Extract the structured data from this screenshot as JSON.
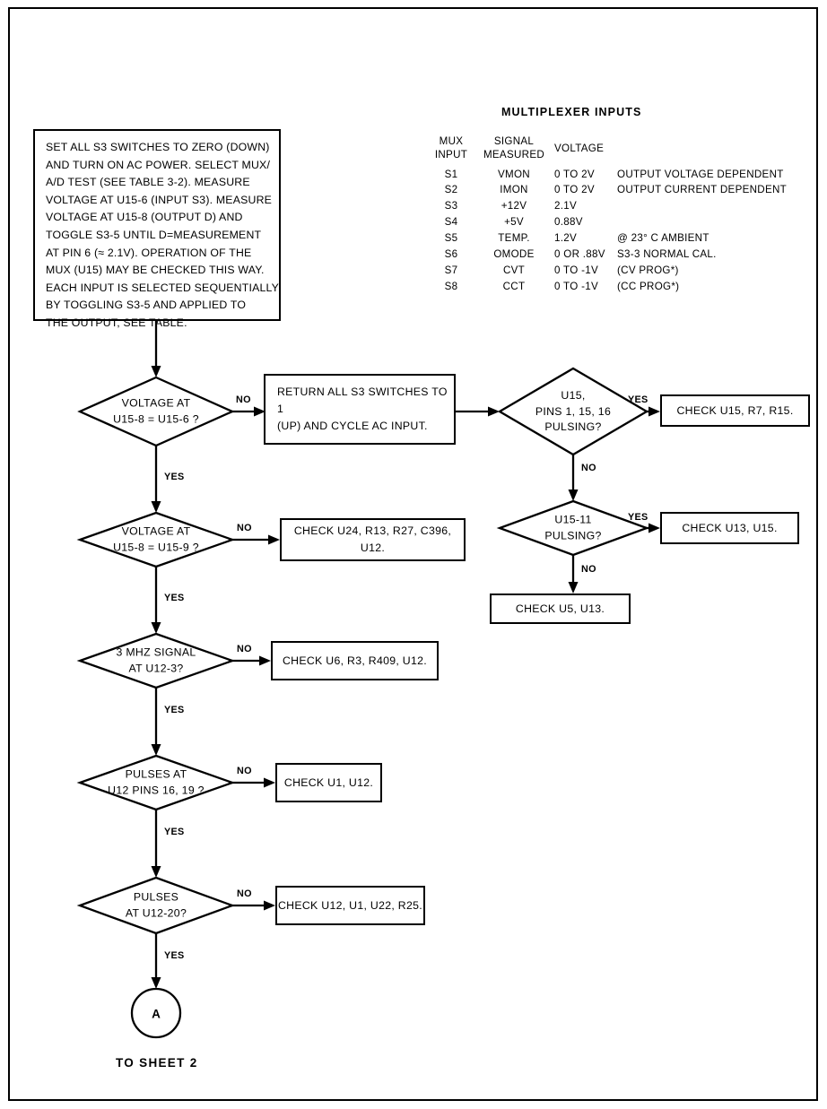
{
  "page": {
    "border_color": "#000000",
    "background": "#ffffff"
  },
  "instruction_box": {
    "text": "SET ALL S3 SWITCHES TO ZERO (DOWN)\nAND TURN ON AC POWER. SELECT MUX/\nA/D TEST (SEE TABLE 3-2). MEASURE\nVOLTAGE AT U15-6 (INPUT S3). MEASURE\nVOLTAGE AT U15-8 (OUTPUT D) AND\nTOGGLE S3-5 UNTIL D=MEASUREMENT\nAT PIN 6 (≈ 2.1V). OPERATION OF THE\nMUX (U15) MAY BE CHECKED THIS WAY.\nEACH INPUT IS SELECTED SEQUENTIALLY\nBY TOGGLING S3-5 AND APPLIED TO\nTHE OUTPUT, SEE TABLE."
  },
  "mux_table": {
    "title": "MULTIPLEXER INPUTS",
    "headers": {
      "input": "MUX\nINPUT",
      "signal": "SIGNAL\nMEASURED",
      "voltage": "VOLTAGE",
      "notes": ""
    },
    "rows": [
      {
        "input": "S1",
        "signal": "VMON",
        "voltage": "0 TO 2V",
        "notes": "OUTPUT VOLTAGE DEPENDENT"
      },
      {
        "input": "S2",
        "signal": "IMON",
        "voltage": "0 TO 2V",
        "notes": "OUTPUT CURRENT DEPENDENT"
      },
      {
        "input": "S3",
        "signal": "+12V",
        "voltage": "2.1V",
        "notes": ""
      },
      {
        "input": "S4",
        "signal": "+5V",
        "voltage": "0.88V",
        "notes": ""
      },
      {
        "input": "S5",
        "signal": "TEMP.",
        "voltage": "1.2V",
        "notes": "@ 23° C AMBIENT"
      },
      {
        "input": "S6",
        "signal": "OMODE",
        "voltage": "0 OR .88V",
        "notes": "S3-3 NORMAL CAL."
      },
      {
        "input": "S7",
        "signal": "CVT",
        "voltage": "0 TO -1V",
        "notes": "(CV PROG*)"
      },
      {
        "input": "S8",
        "signal": "CCT",
        "voltage": "0 TO -1V",
        "notes": "(CC PROG*)"
      }
    ]
  },
  "flow": {
    "decisions": [
      {
        "id": "d1",
        "label": "VOLTAGE AT\nU15-8 = U15-6 ?"
      },
      {
        "id": "d2",
        "label": "VOLTAGE AT\nU15-8 = U15-9 ?"
      },
      {
        "id": "d3",
        "label": "3 MHZ SIGNAL\nAT U12-3?"
      },
      {
        "id": "d4",
        "label": "PULSES AT\nU12 PINS 16, 19 ?"
      },
      {
        "id": "d5",
        "label": "PULSES\nAT U12-20?"
      },
      {
        "id": "d6",
        "label": "U15,\nPINS 1, 15, 16\nPULSING?"
      },
      {
        "id": "d7",
        "label": "U15-11\nPULSING?"
      }
    ],
    "processes": [
      {
        "id": "p1",
        "label": "RETURN ALL S3 SWITCHES TO 1\n(UP) AND CYCLE AC INPUT."
      },
      {
        "id": "p2",
        "label": "CHECK U24, R13, R27, C396, U12."
      },
      {
        "id": "p3",
        "label": "CHECK U6, R3, R409, U12."
      },
      {
        "id": "p4",
        "label": "CHECK U1, U12."
      },
      {
        "id": "p5",
        "label": "CHECK U12, U1, U22, R25."
      },
      {
        "id": "p6",
        "label": "CHECK U15, R7, R15."
      },
      {
        "id": "p7",
        "label": "CHECK U13, U15."
      },
      {
        "id": "p8",
        "label": "CHECK U5, U13."
      }
    ],
    "branch_labels": {
      "yes": "YES",
      "no": "NO"
    },
    "connector": {
      "letter": "A",
      "caption": "TO SHEET 2"
    }
  }
}
